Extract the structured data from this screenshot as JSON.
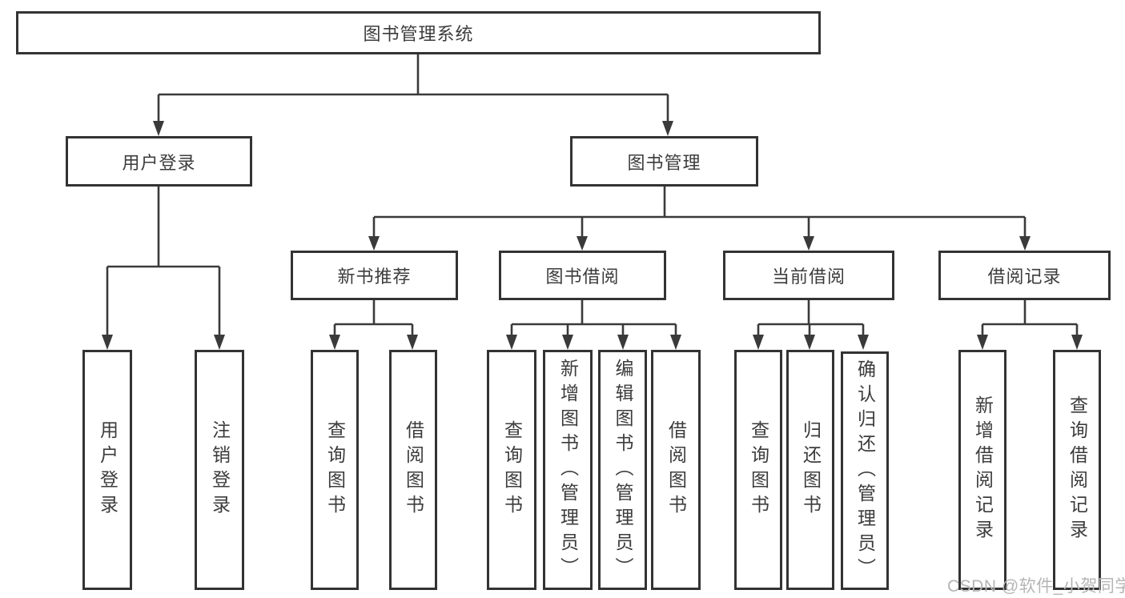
{
  "tree": {
    "label": "图书管理系统",
    "children": [
      {
        "label": "用户登录",
        "children": [
          {
            "label": "用户登录"
          },
          {
            "label": "注销登录"
          }
        ]
      },
      {
        "label": "图书管理",
        "children": [
          {
            "label": "新书推荐",
            "children": [
              {
                "label": "查询图书"
              },
              {
                "label": "借阅图书"
              }
            ]
          },
          {
            "label": "图书借阅",
            "children": [
              {
                "label": "查询图书"
              },
              {
                "label": "新增图书（管理员）"
              },
              {
                "label": "编辑图书（管理员）"
              },
              {
                "label": "借阅图书"
              }
            ]
          },
          {
            "label": "当前借阅",
            "children": [
              {
                "label": "查询图书"
              },
              {
                "label": "归还图书"
              },
              {
                "label": "确认归还（管理员）"
              }
            ]
          },
          {
            "label": "借阅记录",
            "children": [
              {
                "label": "新增借阅记录"
              },
              {
                "label": "查询借阅记录"
              }
            ]
          }
        ]
      }
    ]
  },
  "watermark": {
    "text": "CSDN @软件_小贺同学",
    "color": "#b5b5b5"
  },
  "colors": {
    "line": "#3a3a3a",
    "box_border": "#333333",
    "box_fill": "#ffffff",
    "text": "#3c3c3c",
    "background": "#ffffff"
  }
}
